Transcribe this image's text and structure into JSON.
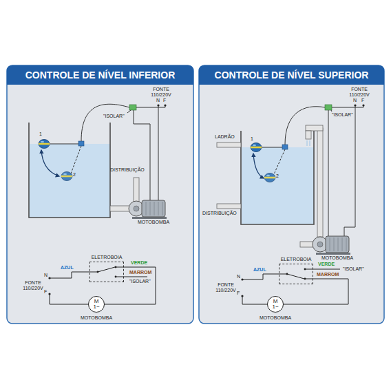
{
  "diagram": {
    "nodes": [
      {
        "text": [
          "CONTROLE DE NÍVEL INFERIOR"
        ]
      },
      {
        "text": [
          "ELETROBOIA"
        ]
      },
      {
        "text": [
          "M",
          "1~"
        ]
      },
      {
        "text": [
          "CONTROLE DE NÍVEL SUPERIOR"
        ]
      },
      {
        "text": [
          "ELETROBOIA"
        ]
      },
      {
        "text": [
          "M",
          "1~"
        ]
      }
    ],
    "edges": [
      {
        "from": 1,
        "to": 2,
        "arrow": "none"
      },
      {
        "from": 4,
        "to": 5,
        "arrow": "none"
      }
    ],
    "labels": [
      "FONTE 110/220V",
      "N",
      "F",
      "\"ISOLAR\"",
      "1",
      "2",
      "DISTRIBUIÇÃO",
      "MOTOBOMBA",
      "AZUL",
      "VERDE",
      "MARROM",
      "\"ISOLAR\"",
      "FONTE 110/220V",
      "N",
      "F",
      "MOTOBOMBA",
      "FONTE 110/220V",
      "N",
      "F",
      "\"ISOLAR\"",
      "LADRÃO",
      "1",
      "2",
      "DISTRIBUIÇÃO",
      "MOTOBOMBA",
      "AZUL",
      "VERDE",
      "\"ISOLAR\"",
      "MARROM",
      "FONTE 110/220V",
      "N",
      "F",
      "MOTOBOMBA"
    ]
  }
}
